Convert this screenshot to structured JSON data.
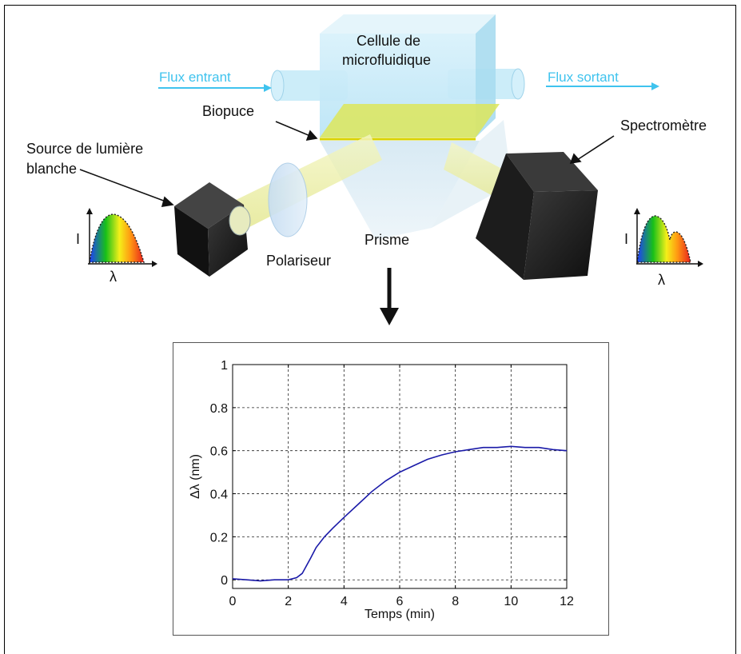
{
  "labels": {
    "cell": "Cellule de microfluidique",
    "cell_line1": "Cellule de",
    "cell_line2": "microfluidique",
    "flux_in": "Flux entrant",
    "flux_out": "Flux sortant",
    "biochip": "Biopuce",
    "spectrometer": "Spectromètre",
    "source_line1": "Source de lumière",
    "source_line2": "blanche",
    "polarizer": "Polariseur",
    "prism": "Prisme",
    "axis_I": "I",
    "axis_lambda": "λ"
  },
  "colors": {
    "flow_text": "#3fc3ee",
    "curve": "#1a1aa8",
    "biochip": "#e8e85a"
  },
  "chart_data": {
    "type": "line",
    "xlabel": "Temps (min)",
    "ylabel": "Δλ (nm)",
    "xlim": [
      0,
      12
    ],
    "ylim": [
      -0.04,
      1
    ],
    "xticks": [
      0,
      2,
      4,
      6,
      8,
      10,
      12
    ],
    "yticks": [
      0,
      0.2,
      0.4,
      0.6,
      0.8,
      1
    ],
    "ytick_labels": [
      "0",
      "0.2",
      "0.4",
      "0.6",
      "0.8",
      "1"
    ],
    "grid": true,
    "series": [
      {
        "x": [
          0,
          0.5,
          1,
          1.5,
          2,
          2.3,
          2.5,
          2.8,
          3,
          3.3,
          3.6,
          4,
          4.5,
          5,
          5.5,
          6,
          6.5,
          7,
          7.5,
          8,
          8.5,
          9,
          9.5,
          10,
          10.5,
          11,
          11.5,
          12
        ],
        "y": [
          0.005,
          0.0,
          -0.005,
          0.0,
          0.0,
          0.01,
          0.03,
          0.1,
          0.15,
          0.2,
          0.24,
          0.29,
          0.35,
          0.41,
          0.46,
          0.5,
          0.53,
          0.56,
          0.58,
          0.595,
          0.605,
          0.615,
          0.615,
          0.62,
          0.615,
          0.615,
          0.605,
          0.6
        ]
      }
    ]
  }
}
